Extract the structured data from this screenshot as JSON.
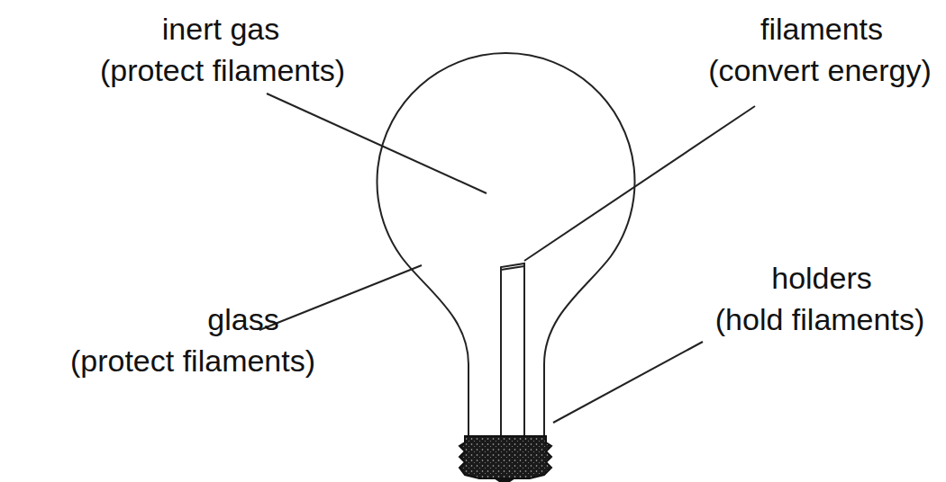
{
  "diagram": {
    "labels": [
      "inert gas",
      "(protect filaments)",
      "filaments",
      "(convert energy)",
      "glass",
      "(protect filaments)",
      "holders",
      "(hold filaments)"
    ]
  }
}
